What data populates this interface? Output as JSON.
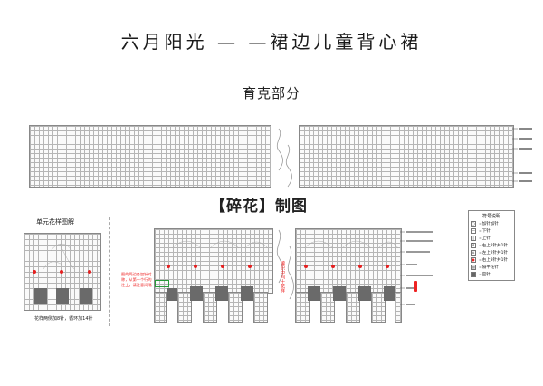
{
  "title": "六月阳光 — —裙边儿童背心裙",
  "subtitle": "育克部分",
  "watermark": "【碎花】制图",
  "motif": {
    "title": "单元花样图解",
    "caption": "花样两侧加8针，循环加14针"
  },
  "notes": {
    "left": "图的两边各加针对称，从第一个行的往上，请注意间隔",
    "middle": "编织中间十花样"
  },
  "legend": {
    "title": "符号说明",
    "items": [
      {
        "sym": "○",
        "label": "=加针加针"
      },
      {
        "sym": "—",
        "label": "=下针"
      },
      {
        "sym": "|",
        "label": "=上针"
      },
      {
        "sym": "λ",
        "label": "=右上2针并1针"
      },
      {
        "sym": "⋏",
        "label": "=左上2针并1针"
      },
      {
        "sym": "●",
        "label": "=右上3针并1针"
      },
      {
        "sym": "▤",
        "label": "=隔半花针"
      },
      {
        "sym": "■",
        "label": "=空针"
      }
    ]
  }
}
